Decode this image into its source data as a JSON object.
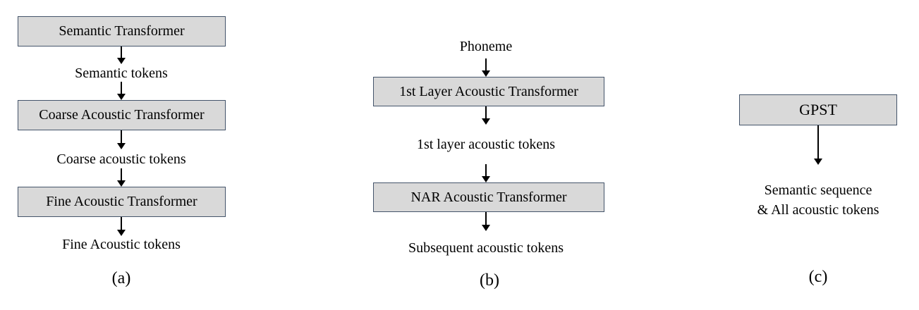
{
  "panel_a": {
    "semantic_transformer": "Semantic Transformer",
    "semantic_tokens": "Semantic tokens",
    "coarse_transformer": "Coarse Acoustic Transformer",
    "coarse_tokens": "Coarse acoustic tokens",
    "fine_transformer": "Fine Acoustic Transformer",
    "fine_tokens": "Fine Acoustic tokens",
    "caption": "(a)"
  },
  "panel_b": {
    "phoneme": "Phoneme",
    "first_layer_transformer": "1st Layer Acoustic Transformer",
    "first_layer_tokens": "1st layer acoustic tokens",
    "nar_transformer": "NAR Acoustic Transformer",
    "subsequent_tokens": "Subsequent acoustic tokens",
    "caption": "(b)"
  },
  "panel_c": {
    "gpst": "GPST",
    "output_line1": "Semantic sequence",
    "output_line2": "& All acoustic tokens",
    "caption": "(c)"
  },
  "colors": {
    "box_fill": "#d9d9d9",
    "box_border": "#44546a",
    "arrow": "#000000"
  }
}
